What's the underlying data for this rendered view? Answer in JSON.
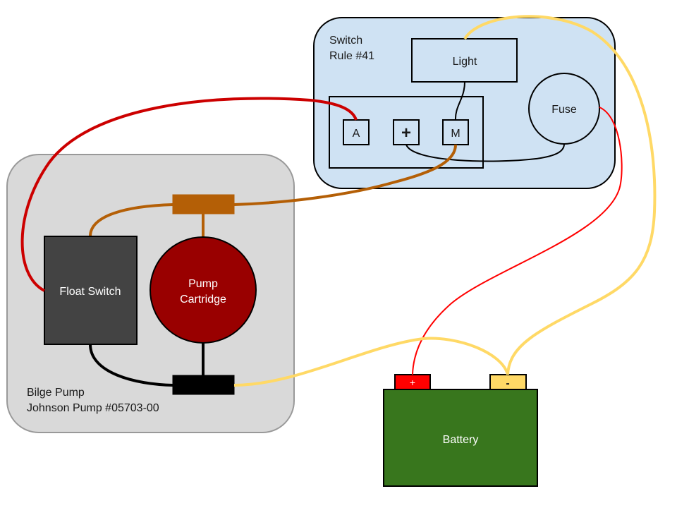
{
  "diagram": {
    "title": "Bilge pump wiring diagram",
    "groups": {
      "switch_panel": {
        "line1": "Switch",
        "line2": "Rule #41"
      },
      "bilge_pump": {
        "line1": "Bilge Pump",
        "line2": "Johnson Pump #05703-00"
      }
    },
    "components": {
      "light": "Light",
      "fuse": "Fuse",
      "terminal_a": "A",
      "terminal_plus": "+",
      "terminal_m": "M",
      "float_switch": "Float Switch",
      "pump_line1": "Pump",
      "pump_line2": "Cartridge",
      "battery": "Battery",
      "battery_positive": "+",
      "battery_negative": "-"
    },
    "colors": {
      "switch_panel_fill": "#cfe2f3",
      "bilge_fill": "#d9d9d9",
      "float_switch_fill": "#434343",
      "pump_fill": "#990000",
      "battery_fill": "#38761d",
      "battery_pos_fill": "#ff0000",
      "battery_neg_fill": "#ffd966",
      "wire_red": "#cc0000",
      "wire_brown": "#b45f06",
      "wire_yellow": "#ffd966",
      "wire_black": "#000000"
    },
    "connections": [
      {
        "from": "Float Switch",
        "to": "A",
        "color": "red"
      },
      {
        "from": "M",
        "to": "brown connector",
        "color": "brown"
      },
      {
        "from": "brown connector",
        "to": "Float Switch",
        "color": "brown"
      },
      {
        "from": "brown connector",
        "to": "Pump Cartridge",
        "color": "brown"
      },
      {
        "from": "Float Switch",
        "to": "black connector",
        "color": "black"
      },
      {
        "from": "Pump Cartridge",
        "to": "black connector",
        "color": "black"
      },
      {
        "from": "black connector",
        "to": "Battery -",
        "color": "yellow"
      },
      {
        "from": "Light",
        "to": "Battery -",
        "color": "yellow"
      },
      {
        "from": "Light",
        "to": "M",
        "color": "black"
      },
      {
        "from": "+",
        "to": "Fuse",
        "color": "black"
      },
      {
        "from": "Fuse",
        "to": "Battery +",
        "color": "red"
      }
    ]
  }
}
